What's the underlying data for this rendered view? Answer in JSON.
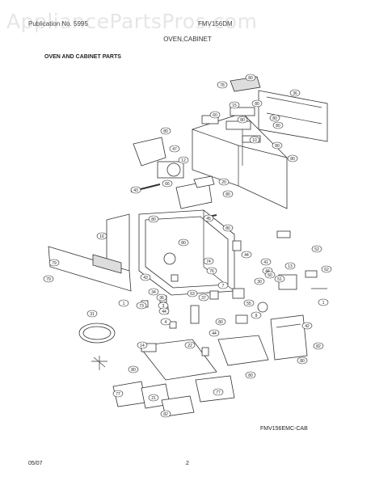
{
  "watermark": "AppliancePartsPros.com",
  "header_left": "Publication No. 5995",
  "header_right": "FMV156DM",
  "subtitle": "OVEN,CABINET",
  "section_title": "OVEN AND CABINET  PARTS",
  "model_code": "FMV156EMC-CAB",
  "footer_date": "05/07",
  "footer_page": "2",
  "callouts": [
    "78",
    "80",
    "36",
    "15",
    "80",
    "60",
    "80",
    "80",
    "80",
    "10",
    "80",
    "80",
    "47",
    "12",
    "80",
    "20",
    "43",
    "66",
    "80",
    "45",
    "16",
    "80",
    "80",
    "80",
    "74",
    "76",
    "63",
    "79",
    "79",
    "43",
    "34",
    "36",
    "3",
    "73",
    "44",
    "31",
    "1",
    "4",
    "14",
    "22",
    "80",
    "77",
    "21",
    "77",
    "82",
    "80",
    "44",
    "41",
    "44",
    "50",
    "52",
    "13",
    "51",
    "62",
    "30",
    "7",
    "1",
    "42",
    "80",
    "82",
    "37",
    "9",
    "44",
    "80",
    "55"
  ]
}
